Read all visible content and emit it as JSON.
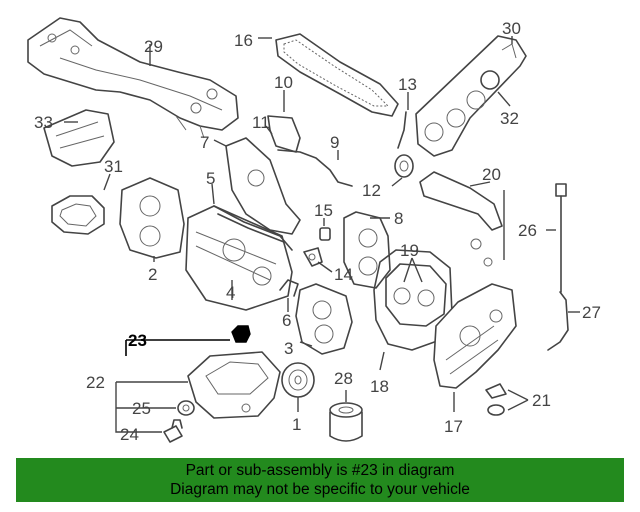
{
  "diagram": {
    "highlight_color": "#000000",
    "part_color": "#444444",
    "callouts": {
      "p1": "1",
      "p2": "2",
      "p3": "3",
      "p4": "4",
      "p5": "5",
      "p6": "6",
      "p7": "7",
      "p8": "8",
      "p9": "9",
      "p10": "10",
      "p11": "11",
      "p12": "12",
      "p13": "13",
      "p14": "14",
      "p15": "15",
      "p16": "16",
      "p17": "17",
      "p18": "18",
      "p19": "19",
      "p20": "20",
      "p21": "21",
      "p22": "22",
      "p23": "23",
      "p24": "24",
      "p25": "25",
      "p26": "26",
      "p27": "27",
      "p28": "28",
      "p29": "29",
      "p30": "30",
      "p31": "31",
      "p32": "32",
      "p33": "33"
    }
  },
  "banner": {
    "color": "#238a1e",
    "line1": "Part or sub-assembly is #23 in diagram",
    "line2": "Diagram may not be specific to your vehicle"
  }
}
